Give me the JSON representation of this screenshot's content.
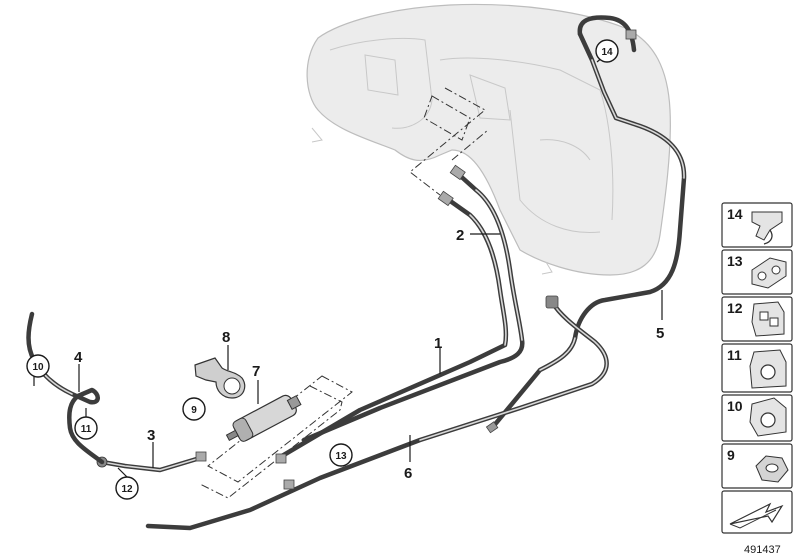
{
  "callouts": {
    "n1": "1",
    "n2": "2",
    "n3": "3",
    "n4": "4",
    "n5": "5",
    "n6": "6",
    "n7": "7",
    "n8": "8",
    "c9": "9",
    "c10": "10",
    "c11": "11",
    "c12": "12",
    "c13": "13",
    "c14": "14"
  },
  "legend": [
    {
      "label": "14"
    },
    {
      "label": "13"
    },
    {
      "label": "12"
    },
    {
      "label": "11"
    },
    {
      "label": "10"
    },
    {
      "label": "9"
    }
  ],
  "doc_number": "491437"
}
